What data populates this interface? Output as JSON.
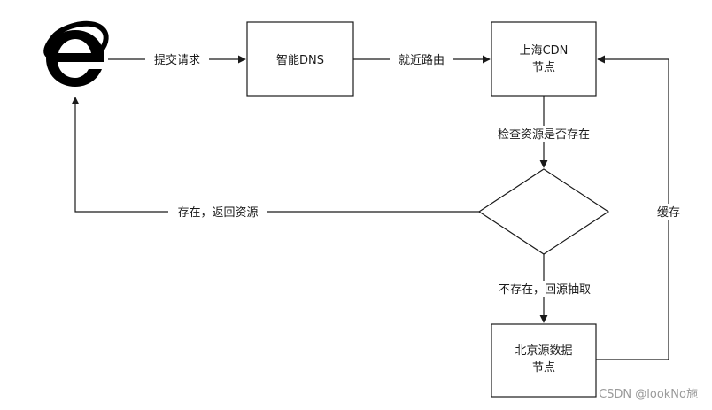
{
  "diagram": {
    "nodes": {
      "browser": {
        "icon": "internet-explorer-icon"
      },
      "dns": {
        "label": "智能DNS"
      },
      "cdn": {
        "label_line1": "上海CDN",
        "label_line2": "节点"
      },
      "decision": {
        "label": ""
      },
      "origin": {
        "label_line1": "北京源数据",
        "label_line2": "节点"
      }
    },
    "edges": {
      "submit_request": "提交请求",
      "nearest_route": "就近路由",
      "check_exists": "检查资源是否存在",
      "exists_return": "存在，返回资源",
      "not_exists_fetch": "不存在，回源抽取",
      "cache": "缓存"
    }
  },
  "watermark": "CSDN @lookNo施",
  "colors": {
    "stroke": "#1a1a1a",
    "ie_blue": "#000000"
  }
}
